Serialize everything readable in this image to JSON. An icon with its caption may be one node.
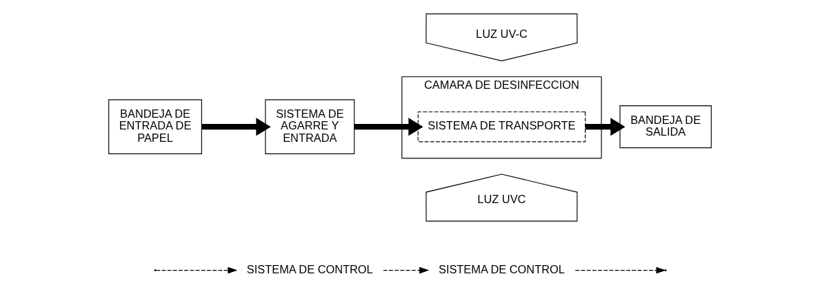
{
  "diagram": {
    "nodes": [
      {
        "text": [
          "SISTEMA DE CONTROL"
        ]
      },
      {
        "text": [
          "BANDEJA DE ENTRADA DE PAPEL"
        ]
      },
      {
        "text": [
          "SISTEMA DE AGARRE Y ENTRADA"
        ]
      },
      {
        "text": [
          "LUZ UV-C"
        ]
      },
      {
        "text": [
          "CAMARA DE DESINFECCION"
        ]
      },
      {
        "text": [
          "SISTEMA DE TRANSPORTE"
        ],
        "in": 4
      },
      {
        "text": [
          "LUZ UVC"
        ]
      },
      {
        "text": [
          "BANDEJA DE SALIDA"
        ]
      },
      {
        "text": [
          "SISTEMA DE CONTROL"
        ]
      }
    ],
    "edges": [
      {
        "from": 0,
        "to": null,
        "arrow": "to",
        "style": "dashed"
      },
      {
        "from": null,
        "to": 8,
        "arrow": "to",
        "style": "dashed"
      },
      {
        "from": 8,
        "to": 0,
        "arrow": "to",
        "style": "dashed"
      },
      {
        "from": 1,
        "to": 2,
        "arrow": "to",
        "style": "thick"
      },
      {
        "from": 2,
        "to": 5,
        "arrow": "to",
        "style": "thick"
      },
      {
        "from": 5,
        "to": 7,
        "arrow": "to",
        "style": "thick"
      }
    ]
  }
}
